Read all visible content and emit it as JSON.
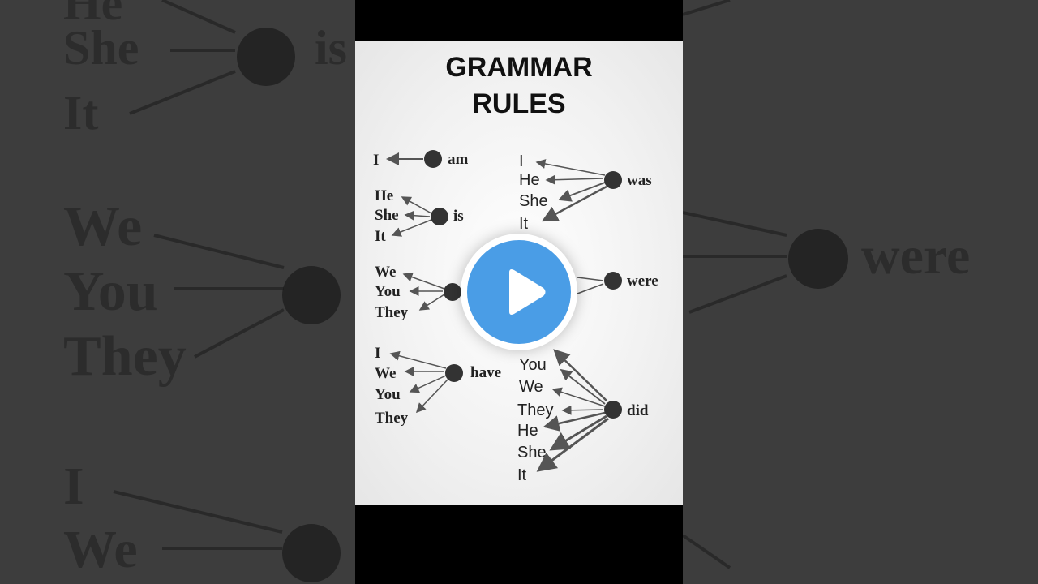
{
  "background_words": {
    "w1": "He",
    "w2": "She",
    "w3": "is",
    "w4": "It",
    "w5": "We",
    "w6": "You",
    "w7": "They",
    "w8": "were",
    "w9": "I",
    "w10": "We"
  },
  "title_line1": "GRAMMAR",
  "title_line2": "RULES",
  "groups": {
    "am": {
      "verb": "am",
      "subjects": [
        "I"
      ]
    },
    "is": {
      "verb": "is",
      "subjects": [
        "He",
        "She",
        "It"
      ]
    },
    "are": {
      "verb": "",
      "subjects": [
        "We",
        "You",
        "They"
      ]
    },
    "have": {
      "verb": "have",
      "subjects": [
        "I",
        "We",
        "You",
        "They"
      ]
    },
    "was": {
      "verb": "was",
      "subjects": [
        "I",
        "He",
        "She",
        "It"
      ]
    },
    "were": {
      "verb": "were",
      "subjects": []
    },
    "did": {
      "verb": "did",
      "subjects": [
        "You",
        "We",
        "They",
        "He",
        "She",
        "It"
      ]
    }
  },
  "colors": {
    "accent": "#4a9de6",
    "dot": "#333333",
    "arrow": "#555555"
  },
  "play_icon": "play-icon"
}
